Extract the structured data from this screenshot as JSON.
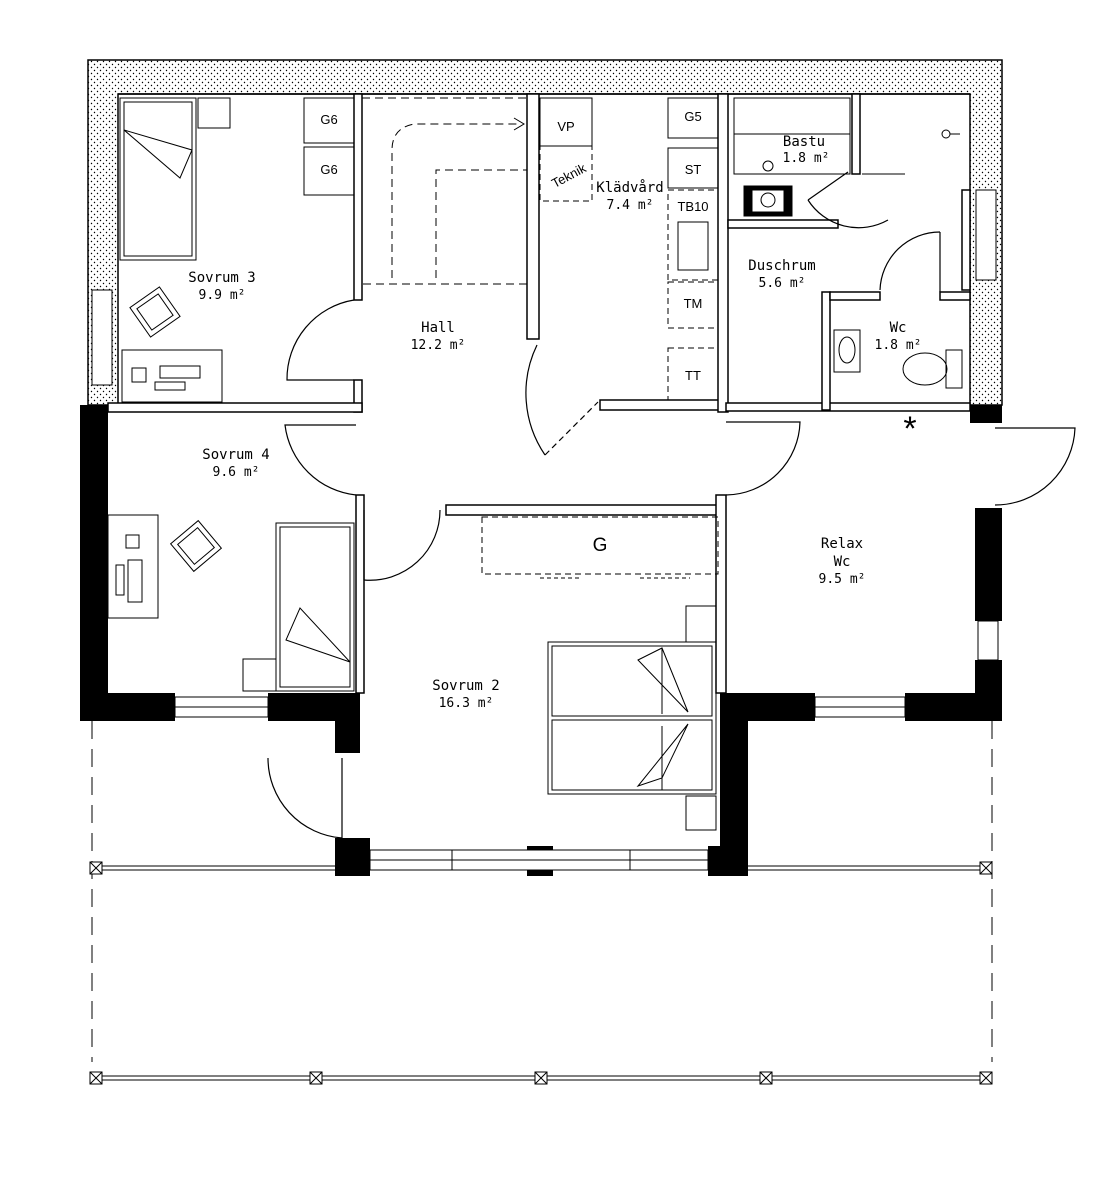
{
  "rooms": {
    "sovrum3": {
      "name": "Sovrum 3",
      "area": "9.9 m²"
    },
    "sovrum4": {
      "name": "Sovrum 4",
      "area": "9.6 m²"
    },
    "hall": {
      "name": "Hall",
      "area": "12.2 m²"
    },
    "sovrum2": {
      "name": "Sovrum 2",
      "area": "16.3 m²"
    },
    "kladvard": {
      "name": "Klädvård",
      "area": "7.4 m²"
    },
    "bastu": {
      "name": "Bastu",
      "area": "1.8 m²"
    },
    "duschrum": {
      "name": "Duschrum",
      "area": "5.6 m²"
    },
    "wc": {
      "name": "Wc",
      "area": "1.8 m²"
    },
    "relax": {
      "name": "Relax",
      "sub": "Wc",
      "area": "9.5 m²"
    }
  },
  "fixtures": {
    "g6_top": "G6",
    "g6_bottom": "G6",
    "vp": "VP",
    "teknik": "Teknik",
    "g5": "G5",
    "st": "ST",
    "tb10": "TB10",
    "tm": "TM",
    "tt": "TT",
    "g": "G"
  },
  "marker": "*"
}
